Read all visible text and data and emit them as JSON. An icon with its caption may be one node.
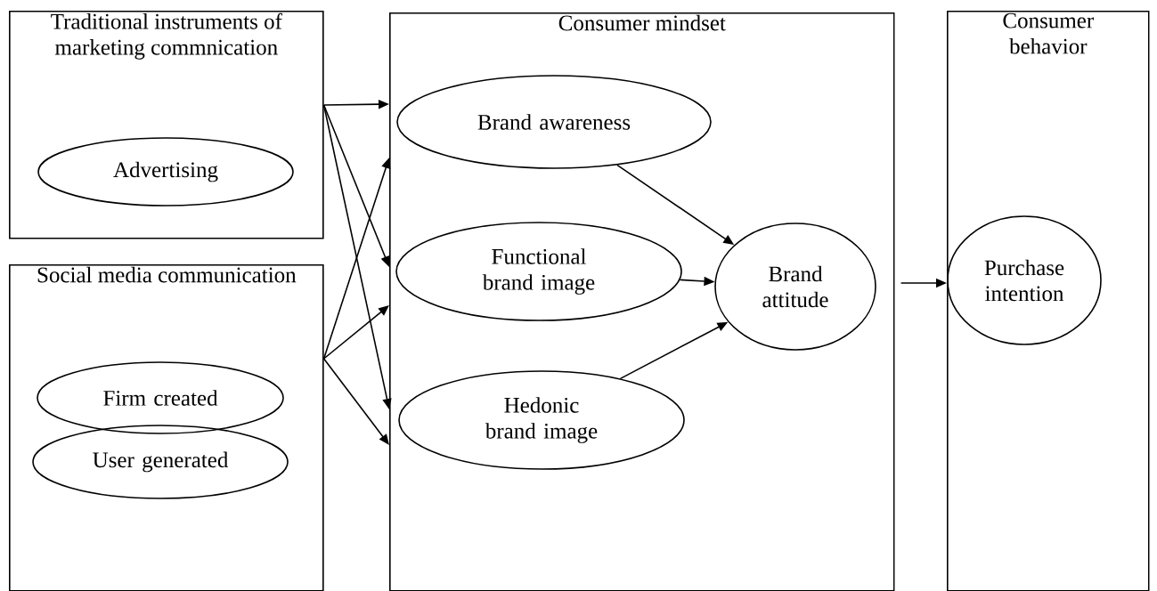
{
  "diagram": {
    "nodes": [
      {
        "text": [
          "Traditional instruments of marketing commnication"
        ]
      },
      {
        "text": [
          "Advertising"
        ],
        "in": 0
      },
      {
        "text": [
          "Social media communication"
        ]
      },
      {
        "text": [
          "Firm created"
        ],
        "in": 2
      },
      {
        "text": [
          "User generated"
        ],
        "in": 2
      },
      {
        "text": [
          "Consumer mindset"
        ]
      },
      {
        "text": [
          "Brand awareness"
        ],
        "in": 5
      },
      {
        "text": [
          "Functional brand image"
        ],
        "in": 5
      },
      {
        "text": [
          "Hedonic brand image"
        ],
        "in": 5
      },
      {
        "text": [
          "Brand attitude"
        ],
        "in": 5
      },
      {
        "text": [
          "Consumer behavior"
        ]
      },
      {
        "text": [
          "Purchase intention"
        ],
        "in": 10
      }
    ],
    "edges": [
      {
        "from": 0,
        "to": 6,
        "arrow": "to"
      },
      {
        "from": 0,
        "to": 7,
        "arrow": "to"
      },
      {
        "from": 0,
        "to": 8,
        "arrow": "to"
      },
      {
        "from": 2,
        "to": 6,
        "arrow": "to"
      },
      {
        "from": 2,
        "to": 7,
        "arrow": "to"
      },
      {
        "from": 2,
        "to": 8,
        "arrow": "to"
      },
      {
        "from": 6,
        "to": 9,
        "arrow": "to"
      },
      {
        "from": 7,
        "to": 9,
        "arrow": "to"
      },
      {
        "from": 8,
        "to": 9,
        "arrow": "to"
      },
      {
        "from": 5,
        "to": 10,
        "arrow": "to"
      }
    ]
  }
}
